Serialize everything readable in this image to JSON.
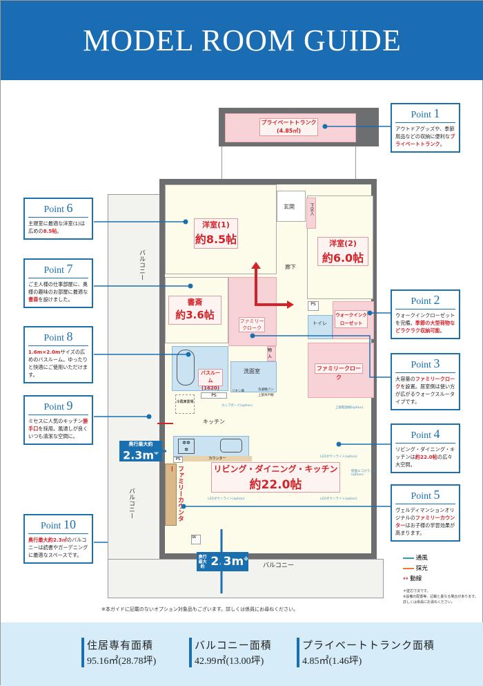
{
  "header": {
    "title": "MODEL ROOM GUIDE"
  },
  "points": [
    {
      "label": "Point",
      "num": "1",
      "text_parts": [
        {
          "t": "アウトドアグッズや、季節用品などの収納に便利な"
        },
        {
          "t": "プライベートトランク",
          "em": true
        },
        {
          "t": "。"
        }
      ]
    },
    {
      "label": "Point",
      "num": "2",
      "text_parts": [
        {
          "t": "ウォークインクローゼットを完備。"
        },
        {
          "t": "季節の大型荷物などラクラク収納可能",
          "em": true
        },
        {
          "t": "。"
        }
      ]
    },
    {
      "label": "Point",
      "num": "3",
      "text_parts": [
        {
          "t": "大容量の"
        },
        {
          "t": "ファミリークローク",
          "em": true
        },
        {
          "t": "を設置。居室側は使い方が広がるウォークスルータイプです。"
        }
      ]
    },
    {
      "label": "Point",
      "num": "4",
      "text_parts": [
        {
          "t": "リビング・ダイニング・キッチンは"
        },
        {
          "t": "約22.0帖",
          "em": true
        },
        {
          "t": "の広々大空間。"
        }
      ]
    },
    {
      "label": "Point",
      "num": "5",
      "text_parts": [
        {
          "t": "ヴェルディマンションオリジナルの"
        },
        {
          "t": "ファミリーカウンター",
          "em": true
        },
        {
          "t": "はお子様の学習効果が高まります。"
        }
      ]
    },
    {
      "label": "Point",
      "num": "6",
      "text_parts": [
        {
          "t": "主寝室に最適な洋室(1)は広めの"
        },
        {
          "t": "8.5帖",
          "em": true
        },
        {
          "t": "。"
        }
      ]
    },
    {
      "label": "Point",
      "num": "7",
      "text_parts": [
        {
          "t": "ご主人様の仕事部屋に、奥様の趣味のお部屋に最適な"
        },
        {
          "t": "書斎",
          "em": true
        },
        {
          "t": "を設けました。"
        }
      ]
    },
    {
      "label": "Point",
      "num": "8",
      "text_parts": [
        {
          "t": "1.6m×2.0m",
          "em": true
        },
        {
          "t": "サイズの広めのバスルーム。ゆったりと快適にご使用いただけます。"
        }
      ]
    },
    {
      "label": "Point",
      "num": "9",
      "text_parts": [
        {
          "t": "ミセスに人気のキッチン"
        },
        {
          "t": "勝手口",
          "em": true
        },
        {
          "t": "を採用。風通しが良くいつも清潔な空間に。"
        }
      ]
    },
    {
      "label": "Point",
      "num": "10",
      "text_parts": [
        {
          "t": "奥行最大約2.3㎡",
          "em": true
        },
        {
          "t": "のバルコニーは読書やガーデニングに最適なスペースです。"
        }
      ]
    }
  ],
  "rooms": {
    "trunk": "プライベートトランク",
    "trunk_area": "(4.85㎡)",
    "western1": "洋室(1)",
    "western1_size": "約8.5帖",
    "western2": "洋室(2)",
    "western2_size": "約6.0帖",
    "study": "書斎",
    "study_size": "約3.6帖",
    "entrance": "玄関",
    "shoe": "下足入",
    "hall": "廊下",
    "family_cloak_1": "ファミリークローク",
    "family_cloak_2": "ファミリークローク",
    "wic": "ウォークインクローゼット",
    "toilet": "トイレ",
    "ps": "PS",
    "bath": "バスルーム",
    "bath_size": "(1620)",
    "washroom": "洗面室",
    "storage": "物入",
    "linen": "リネン庫",
    "washer": "洗濯機パン",
    "upper_cab": "上部吊戸棚",
    "fridge": "冷蔵庫置場",
    "kitchen": "キッチン",
    "counter": "カウンター",
    "cupboard": "カップボード(option)",
    "upper_open": "上部開放棚(option)",
    "ldk": "リビング・ダイニング・キッチン",
    "ldk_size": "約22.0帖",
    "led": "LEDダウンライト(option)",
    "eco": "壁面エコカラット(option)",
    "family_counter": "ファミリーカウンター",
    "balcony": "バルコニー",
    "balcony_left1": "バルコニー",
    "balcony_left2": "バルコニー",
    "sk": "SK"
  },
  "dimensions": [
    {
      "label": "奥行最大約",
      "value": "2.3m",
      "mark": "※"
    },
    {
      "label": "奥行最大約",
      "value": "2.3m",
      "mark": "※"
    }
  ],
  "legend": {
    "wind": "通風",
    "light": "採光",
    "flow": "動線",
    "note1": "＊壁芯寸法です。",
    "note2": "※設備の配置等、記載と異なる場合があります。詳しくは係員にお尋ねください。"
  },
  "footnote": "※本ガイドに記載のないオプション対象品もございます。詳しくは係員にお尋ねください。",
  "areas": [
    {
      "title": "住居専有面積",
      "value": "95.16㎡(28.78坪)"
    },
    {
      "title": "バルコニー面積",
      "value": "42.99㎡(13.00坪)"
    },
    {
      "title": "プライベートトランク面積",
      "value": "4.85㎡(1.46坪)"
    }
  ],
  "colors": {
    "brand": "#1b6db3",
    "accent": "#d2232a",
    "footer": "#d6ecf8"
  }
}
